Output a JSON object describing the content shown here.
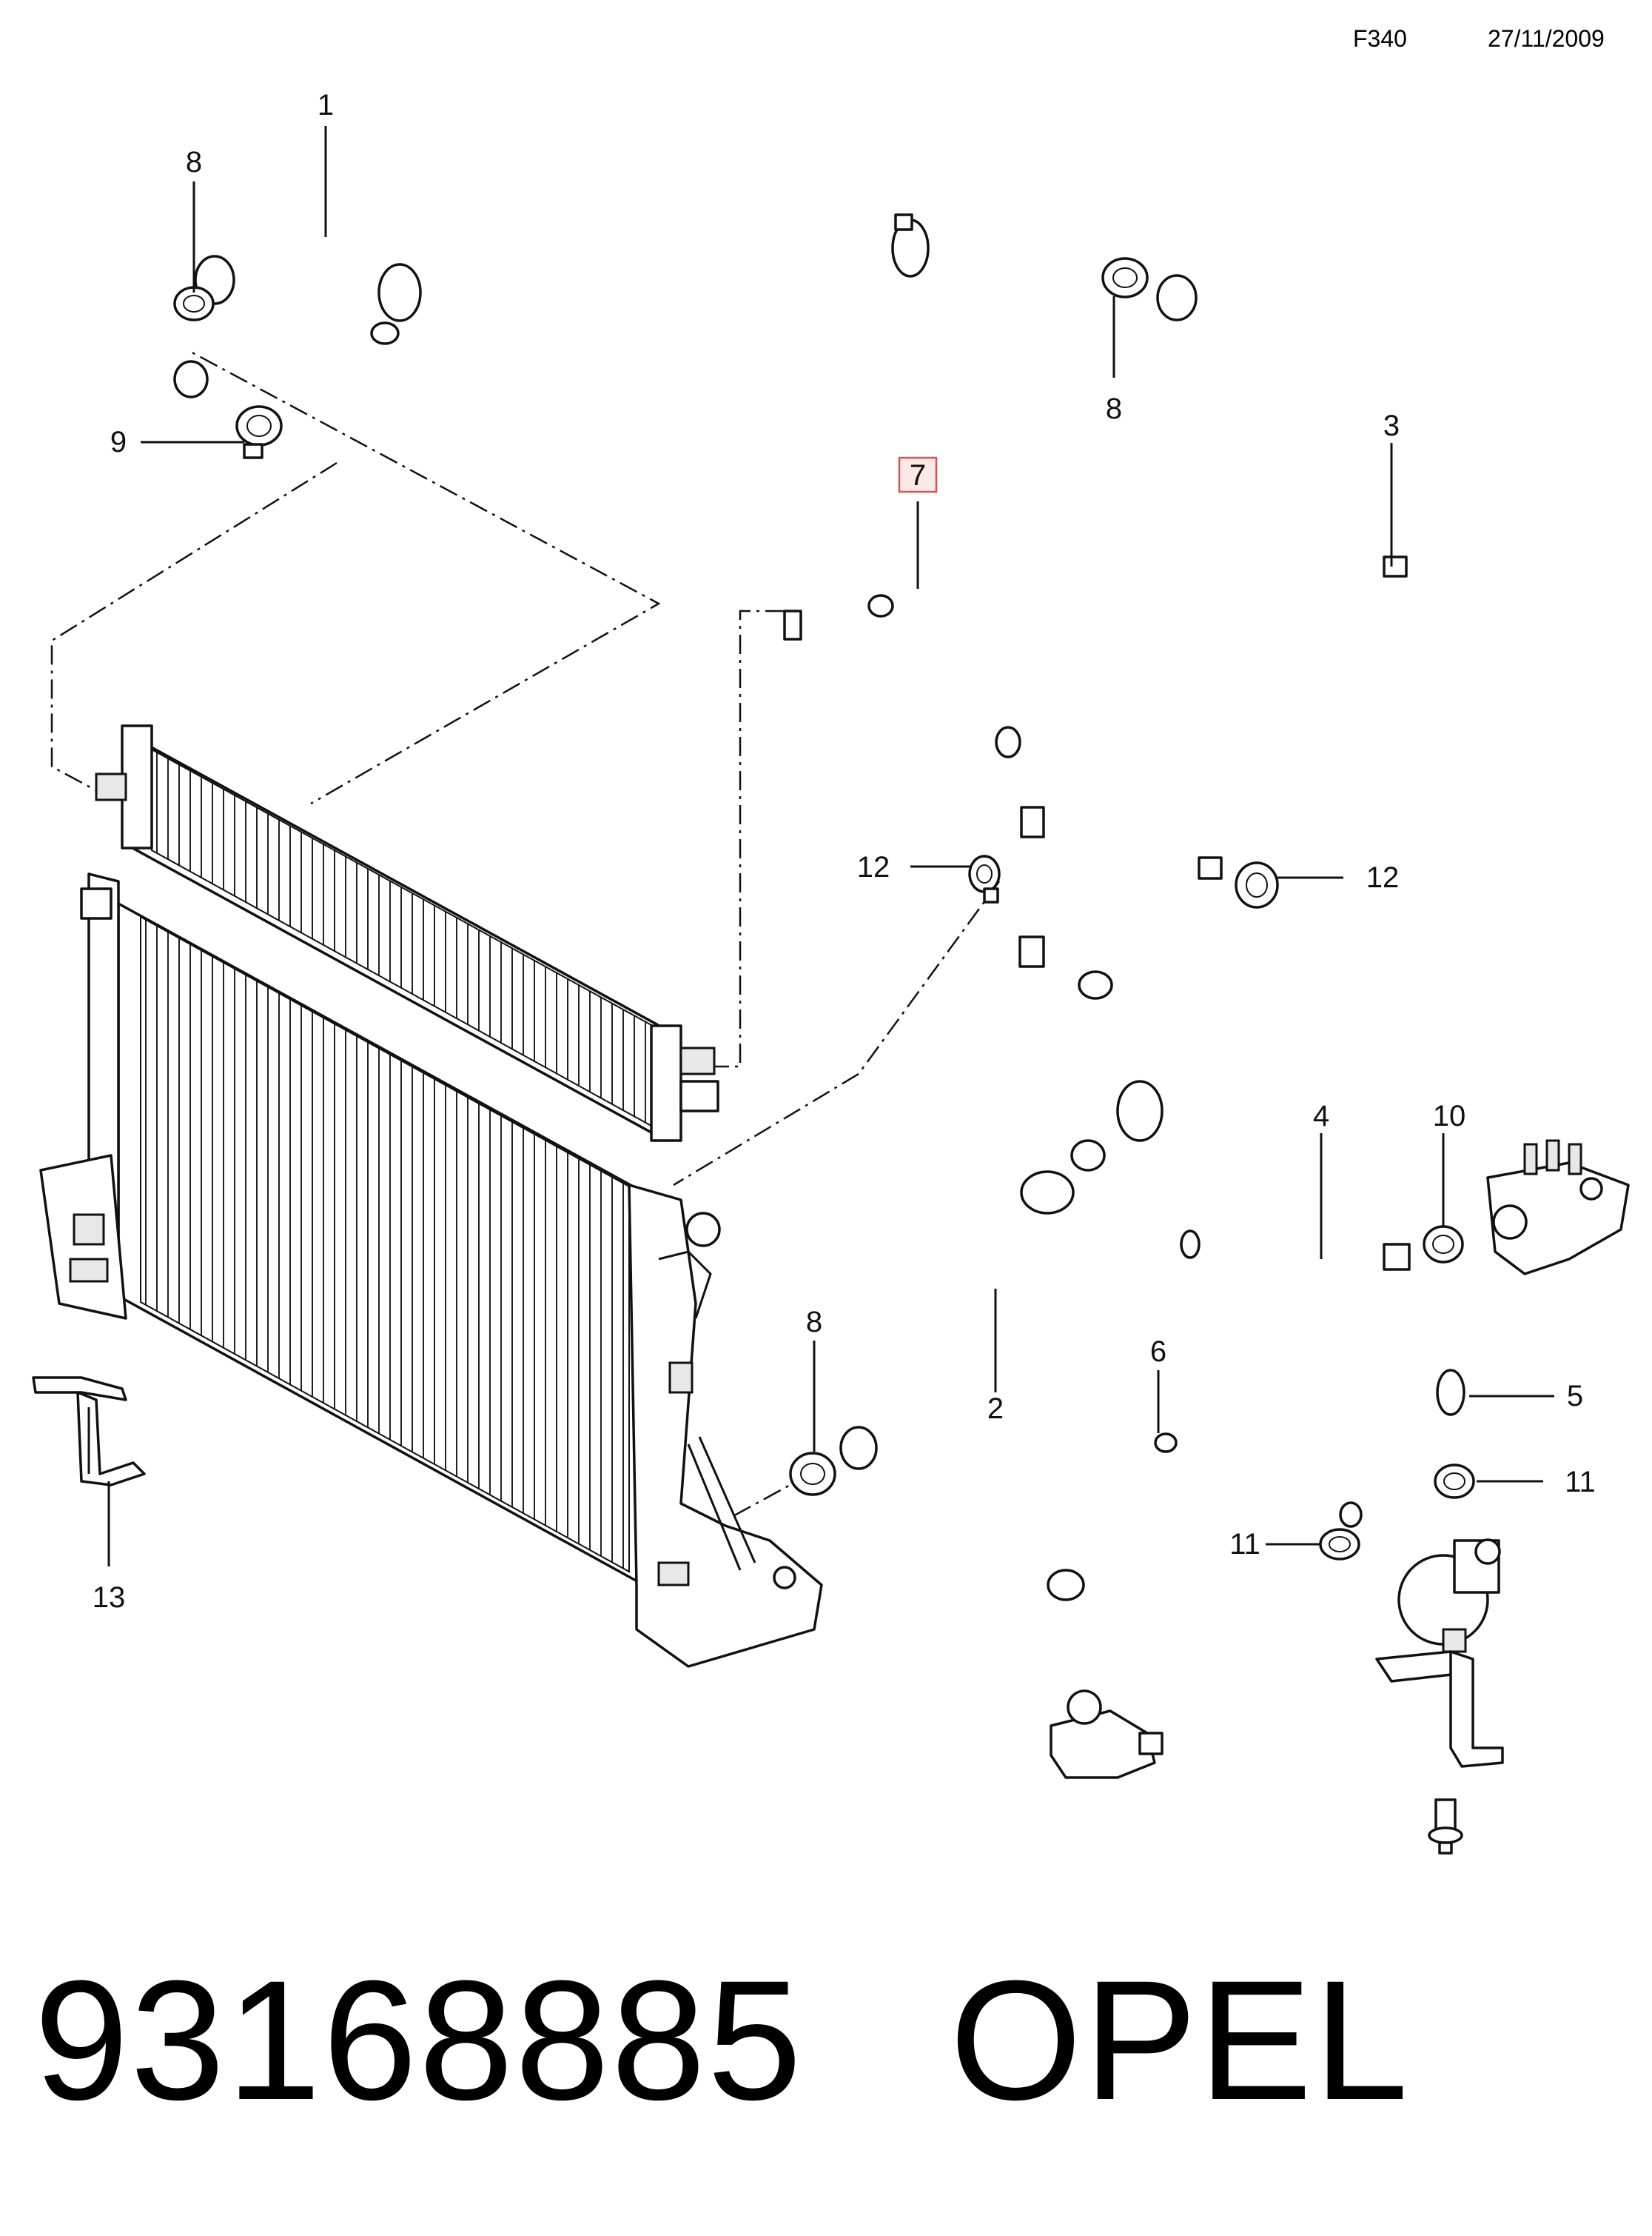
{
  "header": {
    "code": "F340",
    "date": "27/11/2009"
  },
  "callouts": {
    "c1": "1",
    "c8a": "8",
    "c9": "9",
    "c8b": "8",
    "c3": "3",
    "c7": "7",
    "c12a": "12",
    "c12b": "12",
    "c4": "4",
    "c10": "10",
    "c8c": "8",
    "c2": "2",
    "c6": "6",
    "c5": "5",
    "c11a": "11",
    "c11b": "11",
    "c13": "13"
  },
  "highlight": {
    "part": "7",
    "fill": "#fde8e8",
    "border": "#d9534f"
  },
  "footer": {
    "part_number": "93168885",
    "brand": "OPEL"
  }
}
